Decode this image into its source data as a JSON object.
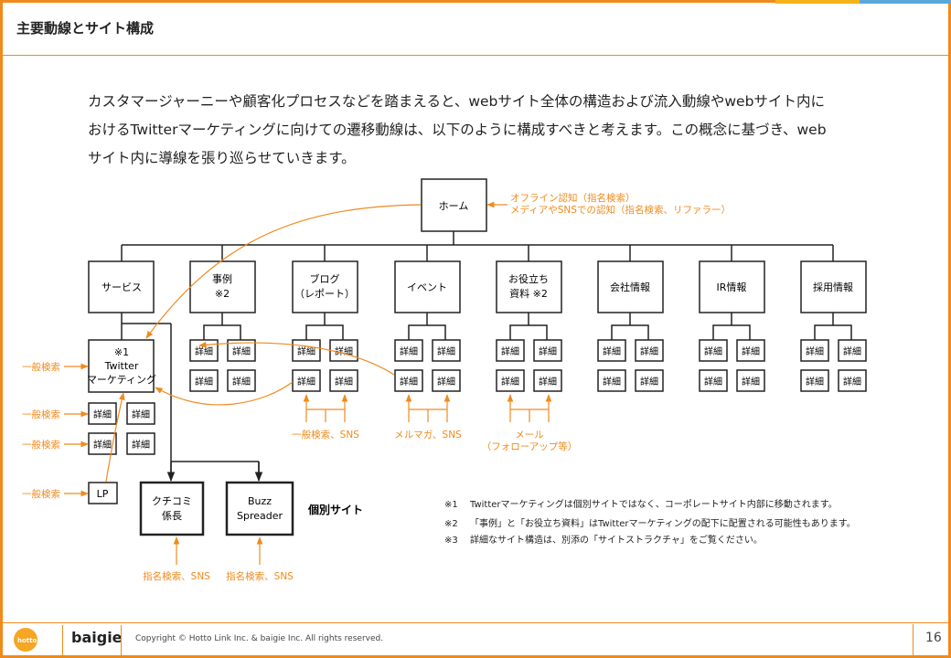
{
  "header": {
    "title": "主要動線とサイト構成"
  },
  "intro": {
    "line1": "カスタマージャーニーや顧客化プロセスなどを踏まえると、webサイト全体の構造および流入動線やwebサイト内に",
    "line2": "おけるTwitterマーケティングに向けての遷移動線は、以下のように構成すべきと考えます。この概念に基づき、web",
    "line3": "サイト内に導線を張り巡らせていきます。"
  },
  "diagram": {
    "home": "ホーム",
    "home_note1": "オフライン認知（指名検索）",
    "home_note2": "メディアやSNSでの認知（指名検索、リファラー）",
    "categories": [
      {
        "label": "サービス",
        "line2": ""
      },
      {
        "label": "事例",
        "line2": "※2"
      },
      {
        "label": "ブログ",
        "line2": "（レポート）"
      },
      {
        "label": "イベント",
        "line2": ""
      },
      {
        "label": "お役立ち",
        "line2": "資料 ※2"
      },
      {
        "label": "会社情報",
        "line2": ""
      },
      {
        "label": "IR情報",
        "line2": ""
      },
      {
        "label": "採用情報",
        "line2": ""
      }
    ],
    "detail": "詳細",
    "twitter_box": {
      "line1": "※1",
      "line2": "Twitter",
      "line3": "マーケティング"
    },
    "lp": "LP",
    "search_general": "一般検索",
    "blog_sources": "一般検索、SNS",
    "event_sources": "メルマガ、SNS",
    "doc_sources_1": "メール",
    "doc_sources_2": "（フォローアップ等）",
    "site_kuchikomi": {
      "line1": "クチコミ",
      "line2": "係長"
    },
    "site_buzz": {
      "line1": "Buzz",
      "line2": "Spreader"
    },
    "site_sources": "指名検索、SNS",
    "individual_sites": "個別サイト",
    "notes": [
      {
        "mark": "※1",
        "text": "Twitterマーケティングは個別サイトではなく、コーポレートサイト内部に移動されます。"
      },
      {
        "mark": "※2",
        "text": "「事例」と「お役立ち資料」はTwitterマーケティングの配下に配置される可能性もあります。"
      },
      {
        "mark": "※3",
        "text": "詳細なサイト構造は、別添の「サイトストラクチャ」をご覧ください。"
      }
    ]
  },
  "footer": {
    "logo_hotto": "hotto link",
    "logo_baigie": "baigie",
    "copyright": "Copyright © Hotto Link Inc. & baigie Inc. All rights reserved.",
    "page": "16"
  },
  "colors": {
    "accent": "#f08a1c",
    "blue": "#5aa8d8",
    "gold": "#f5b21b"
  }
}
